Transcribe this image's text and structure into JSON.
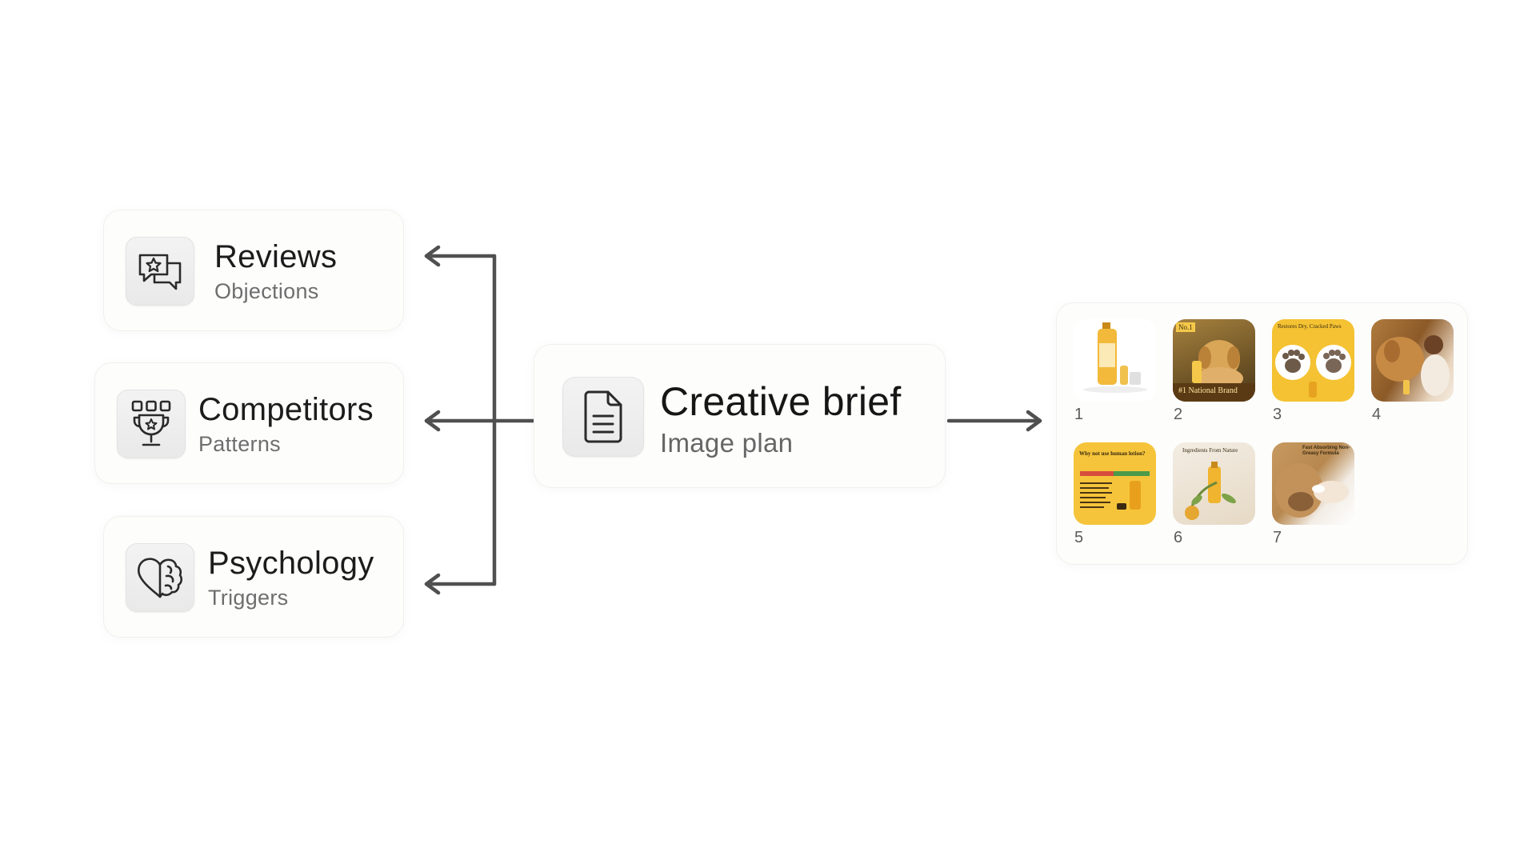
{
  "sources": [
    {
      "id": "reviews",
      "title": "Reviews",
      "subtitle": "Objections",
      "icon": "chat-star-icon"
    },
    {
      "id": "competitors",
      "title": "Competitors",
      "subtitle": "Patterns",
      "icon": "trophy-grid-icon"
    },
    {
      "id": "psychology",
      "title": "Psychology",
      "subtitle": "Triggers",
      "icon": "heart-brain-icon"
    }
  ],
  "brief": {
    "title": "Creative brief",
    "subtitle": "Image plan",
    "icon": "document-icon"
  },
  "gallery": {
    "images": [
      {
        "number": "1",
        "description": "product bottle with accessories"
      },
      {
        "number": "2",
        "description": "dog with #1 National Brand banner",
        "text": "#1 National Brand",
        "badge": "No.1"
      },
      {
        "number": "3",
        "description": "paw comparison",
        "text": "Restores Dry, Cracked Paws"
      },
      {
        "number": "4",
        "description": "woman with golden retriever"
      },
      {
        "number": "5",
        "description": "human lotion comparison",
        "text": "Why not use human lotion?"
      },
      {
        "number": "6",
        "description": "natural ingredients",
        "text": "Ingredients From Nature"
      },
      {
        "number": "7",
        "description": "applying balm to paw",
        "text": "Fast Absorbing Non-Greasy Formula"
      }
    ]
  },
  "colors": {
    "arrow": "#505050",
    "card_bg": "#fdfdfc",
    "brand_yellow": "#f4c232"
  }
}
